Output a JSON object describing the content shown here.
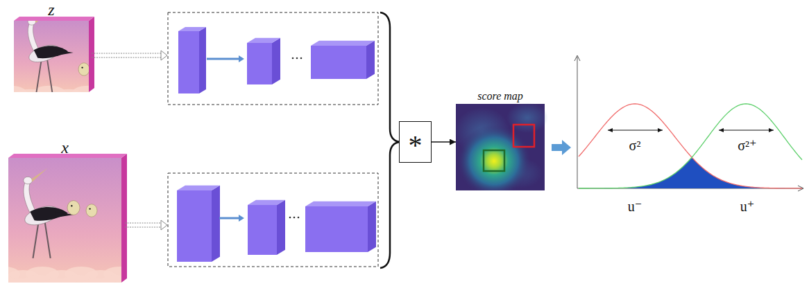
{
  "diagram": {
    "nodes": [
      {
        "text": [
          "z"
        ]
      },
      {
        "text": [
          "x"
        ]
      },
      {
        "text": [
          "*"
        ]
      },
      {
        "text": [
          "score map"
        ]
      }
    ],
    "edges": [
      {
        "from": 2,
        "to": 3,
        "arrow": "to"
      }
    ],
    "labels": [
      "σ²",
      "σ²⁺",
      "u⁻",
      "u⁺"
    ]
  }
}
